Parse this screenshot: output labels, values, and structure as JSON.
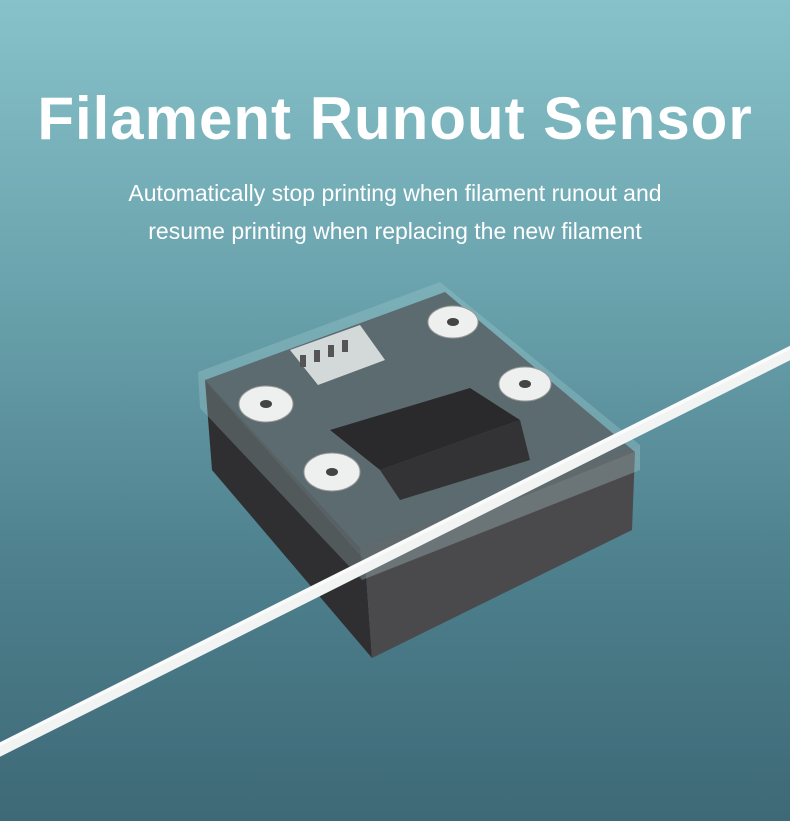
{
  "header": {
    "title": "Filament Runout Sensor",
    "subtitle_line1": "Automatically stop printing when filament runout and",
    "subtitle_line2": "resume printing when replacing the new filament"
  },
  "colors": {
    "bg_top": "#87c1c9",
    "bg_bottom": "#3e6977",
    "body": "#3c3c3e",
    "filament": "#f2f4f4"
  }
}
